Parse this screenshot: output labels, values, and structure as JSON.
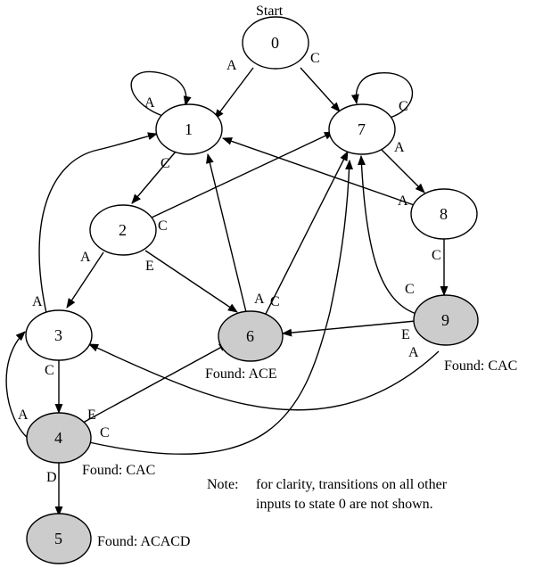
{
  "start_label": "Start",
  "states": [
    {
      "id": "0",
      "accepting": false
    },
    {
      "id": "1",
      "accepting": false
    },
    {
      "id": "2",
      "accepting": false
    },
    {
      "id": "3",
      "accepting": false
    },
    {
      "id": "4",
      "accepting": true
    },
    {
      "id": "5",
      "accepting": true
    },
    {
      "id": "6",
      "accepting": true
    },
    {
      "id": "7",
      "accepting": false
    },
    {
      "id": "8",
      "accepting": false
    },
    {
      "id": "9",
      "accepting": true
    }
  ],
  "captions": {
    "s4": "Found: CAC",
    "s5": "Found: ACACD",
    "s6": "Found: ACE",
    "s9": "Found: CAC"
  },
  "transitions": [
    {
      "from": "0",
      "to": "1",
      "label": "A"
    },
    {
      "from": "0",
      "to": "7",
      "label": "C"
    },
    {
      "from": "1",
      "to": "1",
      "label": "A"
    },
    {
      "from": "1",
      "to": "2",
      "label": "C"
    },
    {
      "from": "2",
      "to": "3",
      "label": "A"
    },
    {
      "from": "2",
      "to": "7",
      "label": "C"
    },
    {
      "from": "2",
      "to": "6",
      "label": "E"
    },
    {
      "from": "3",
      "to": "1",
      "label": "A"
    },
    {
      "from": "3",
      "to": "4",
      "label": "C"
    },
    {
      "from": "4",
      "to": "3",
      "label": "A"
    },
    {
      "from": "4",
      "to": "6",
      "label": "E"
    },
    {
      "from": "4",
      "to": "7",
      "label": "C"
    },
    {
      "from": "4",
      "to": "5",
      "label": "D"
    },
    {
      "from": "6",
      "to": "1",
      "label": "A"
    },
    {
      "from": "6",
      "to": "7",
      "label": "C"
    },
    {
      "from": "7",
      "to": "7",
      "label": "C"
    },
    {
      "from": "7",
      "to": "8",
      "label": "A"
    },
    {
      "from": "8",
      "to": "1",
      "label": "A"
    },
    {
      "from": "8",
      "to": "9",
      "label": "C"
    },
    {
      "from": "9",
      "to": "7",
      "label": "C"
    },
    {
      "from": "9",
      "to": "6",
      "label": "E"
    },
    {
      "from": "9",
      "to": "3",
      "label": "A"
    }
  ],
  "note": {
    "prefix": "Note:",
    "line1": "for clarity, transitions on all other",
    "line2": "inputs to state 0 are not shown."
  },
  "colors": {
    "accepting_fill": "#cccccc",
    "normal_fill": "#ffffff",
    "stroke": "#000000"
  }
}
